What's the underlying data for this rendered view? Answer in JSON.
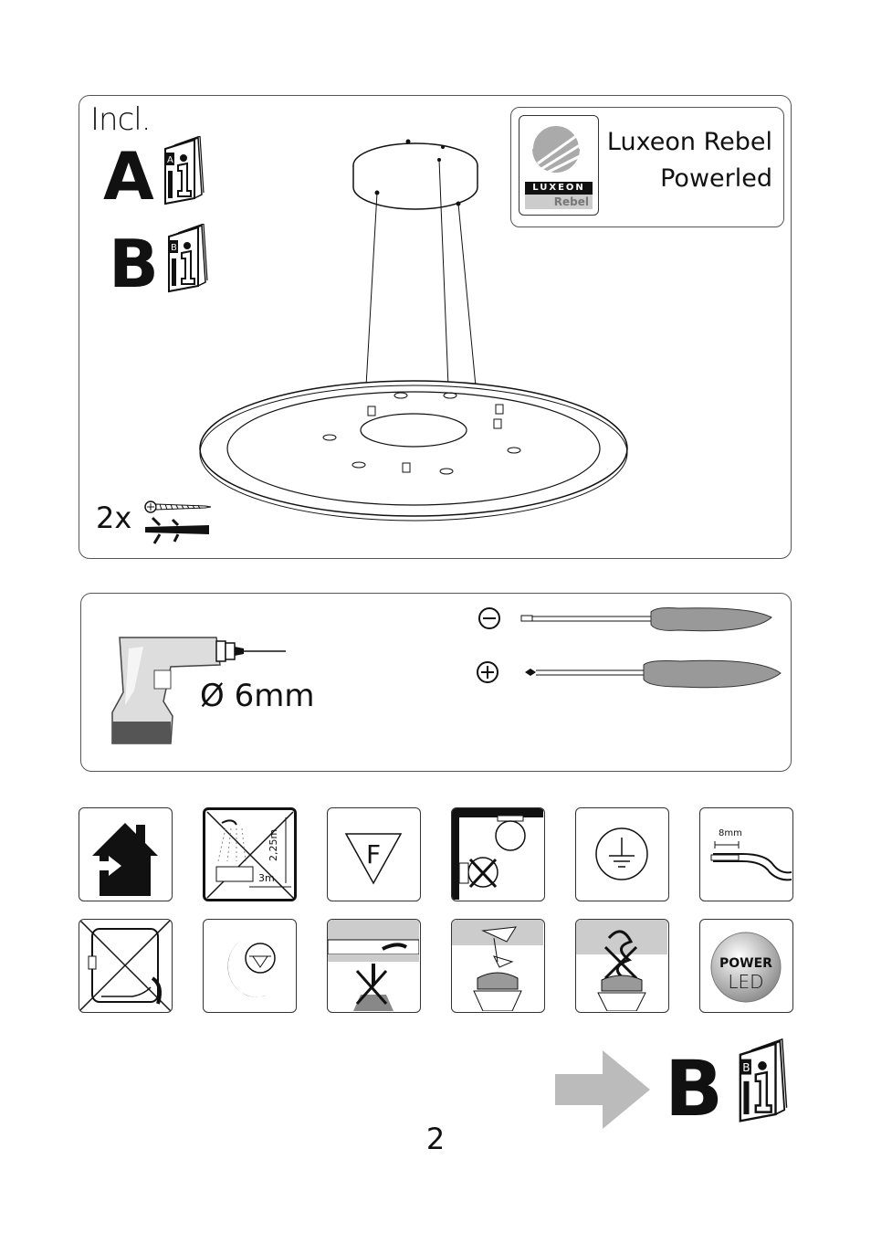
{
  "included": {
    "label": "Incl.",
    "manual_a": "A",
    "manual_b": "B",
    "luxeon_badge_top": "LUXEON",
    "luxeon_badge_bottom": "Rebel",
    "luxeon_line1": "Luxeon Rebel",
    "luxeon_line2": "Powerled",
    "screws_qty": "2x"
  },
  "tools": {
    "drill_size": "Ø 6mm"
  },
  "icons": {
    "bath_height": "2,25m",
    "bath_width": "3m",
    "class_f": "F",
    "strip_length": "8mm",
    "power_led_top": "POWER",
    "power_led_bottom": "LED"
  },
  "next_step": {
    "manual": "B"
  },
  "page_number": "2"
}
